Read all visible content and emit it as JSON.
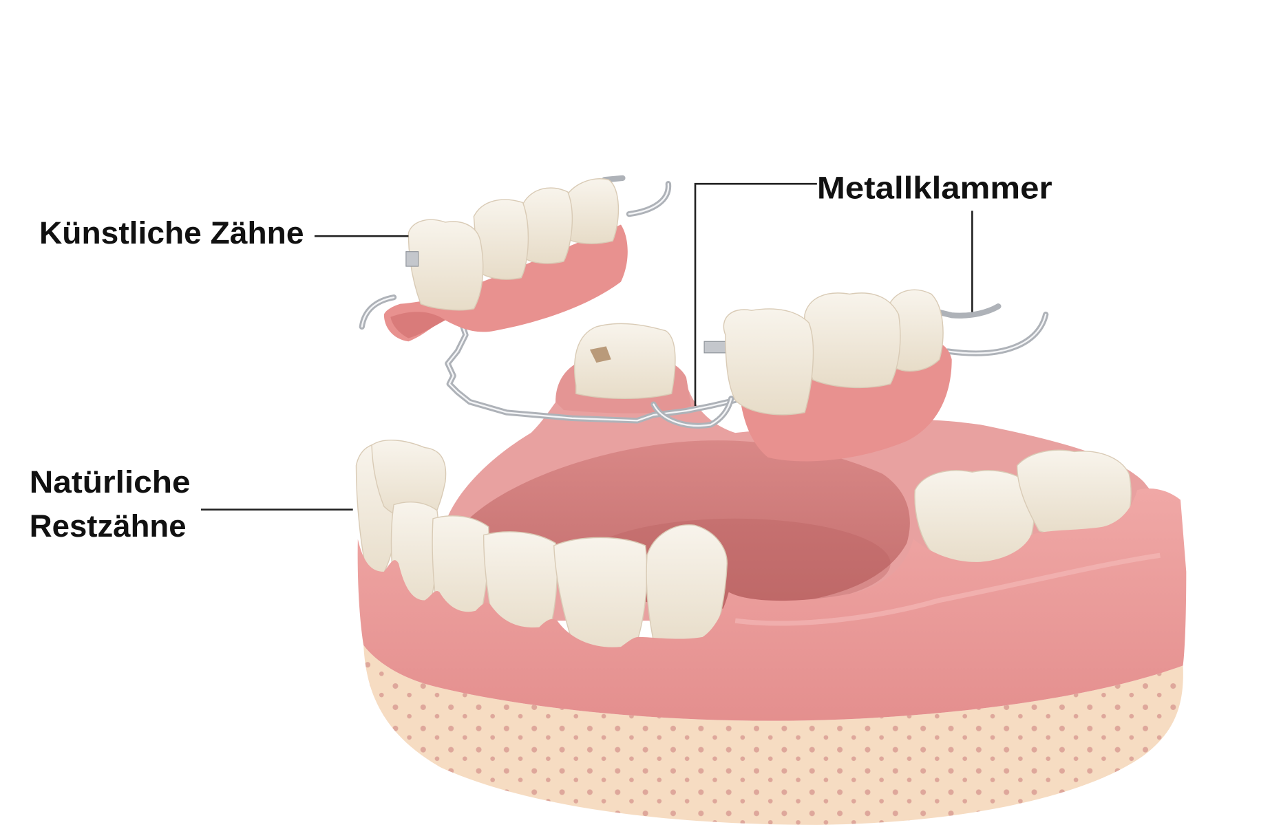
{
  "labels": {
    "artificial_teeth": "Künstliche Zähne",
    "metal_clasp": "Metallklammer",
    "natural_teeth_line1": "Natürliche",
    "natural_teeth_line2": "Restzähne"
  },
  "colors": {
    "background": "#ffffff",
    "gum": "#e99b9a",
    "gum_dark": "#cf7f7e",
    "bone": "#f6dcc2",
    "bone_dots": "#dea79b",
    "tooth": "#f1eadd",
    "metal": "#aeb2b8",
    "label_text": "#111111",
    "leader_line": "#222222"
  }
}
